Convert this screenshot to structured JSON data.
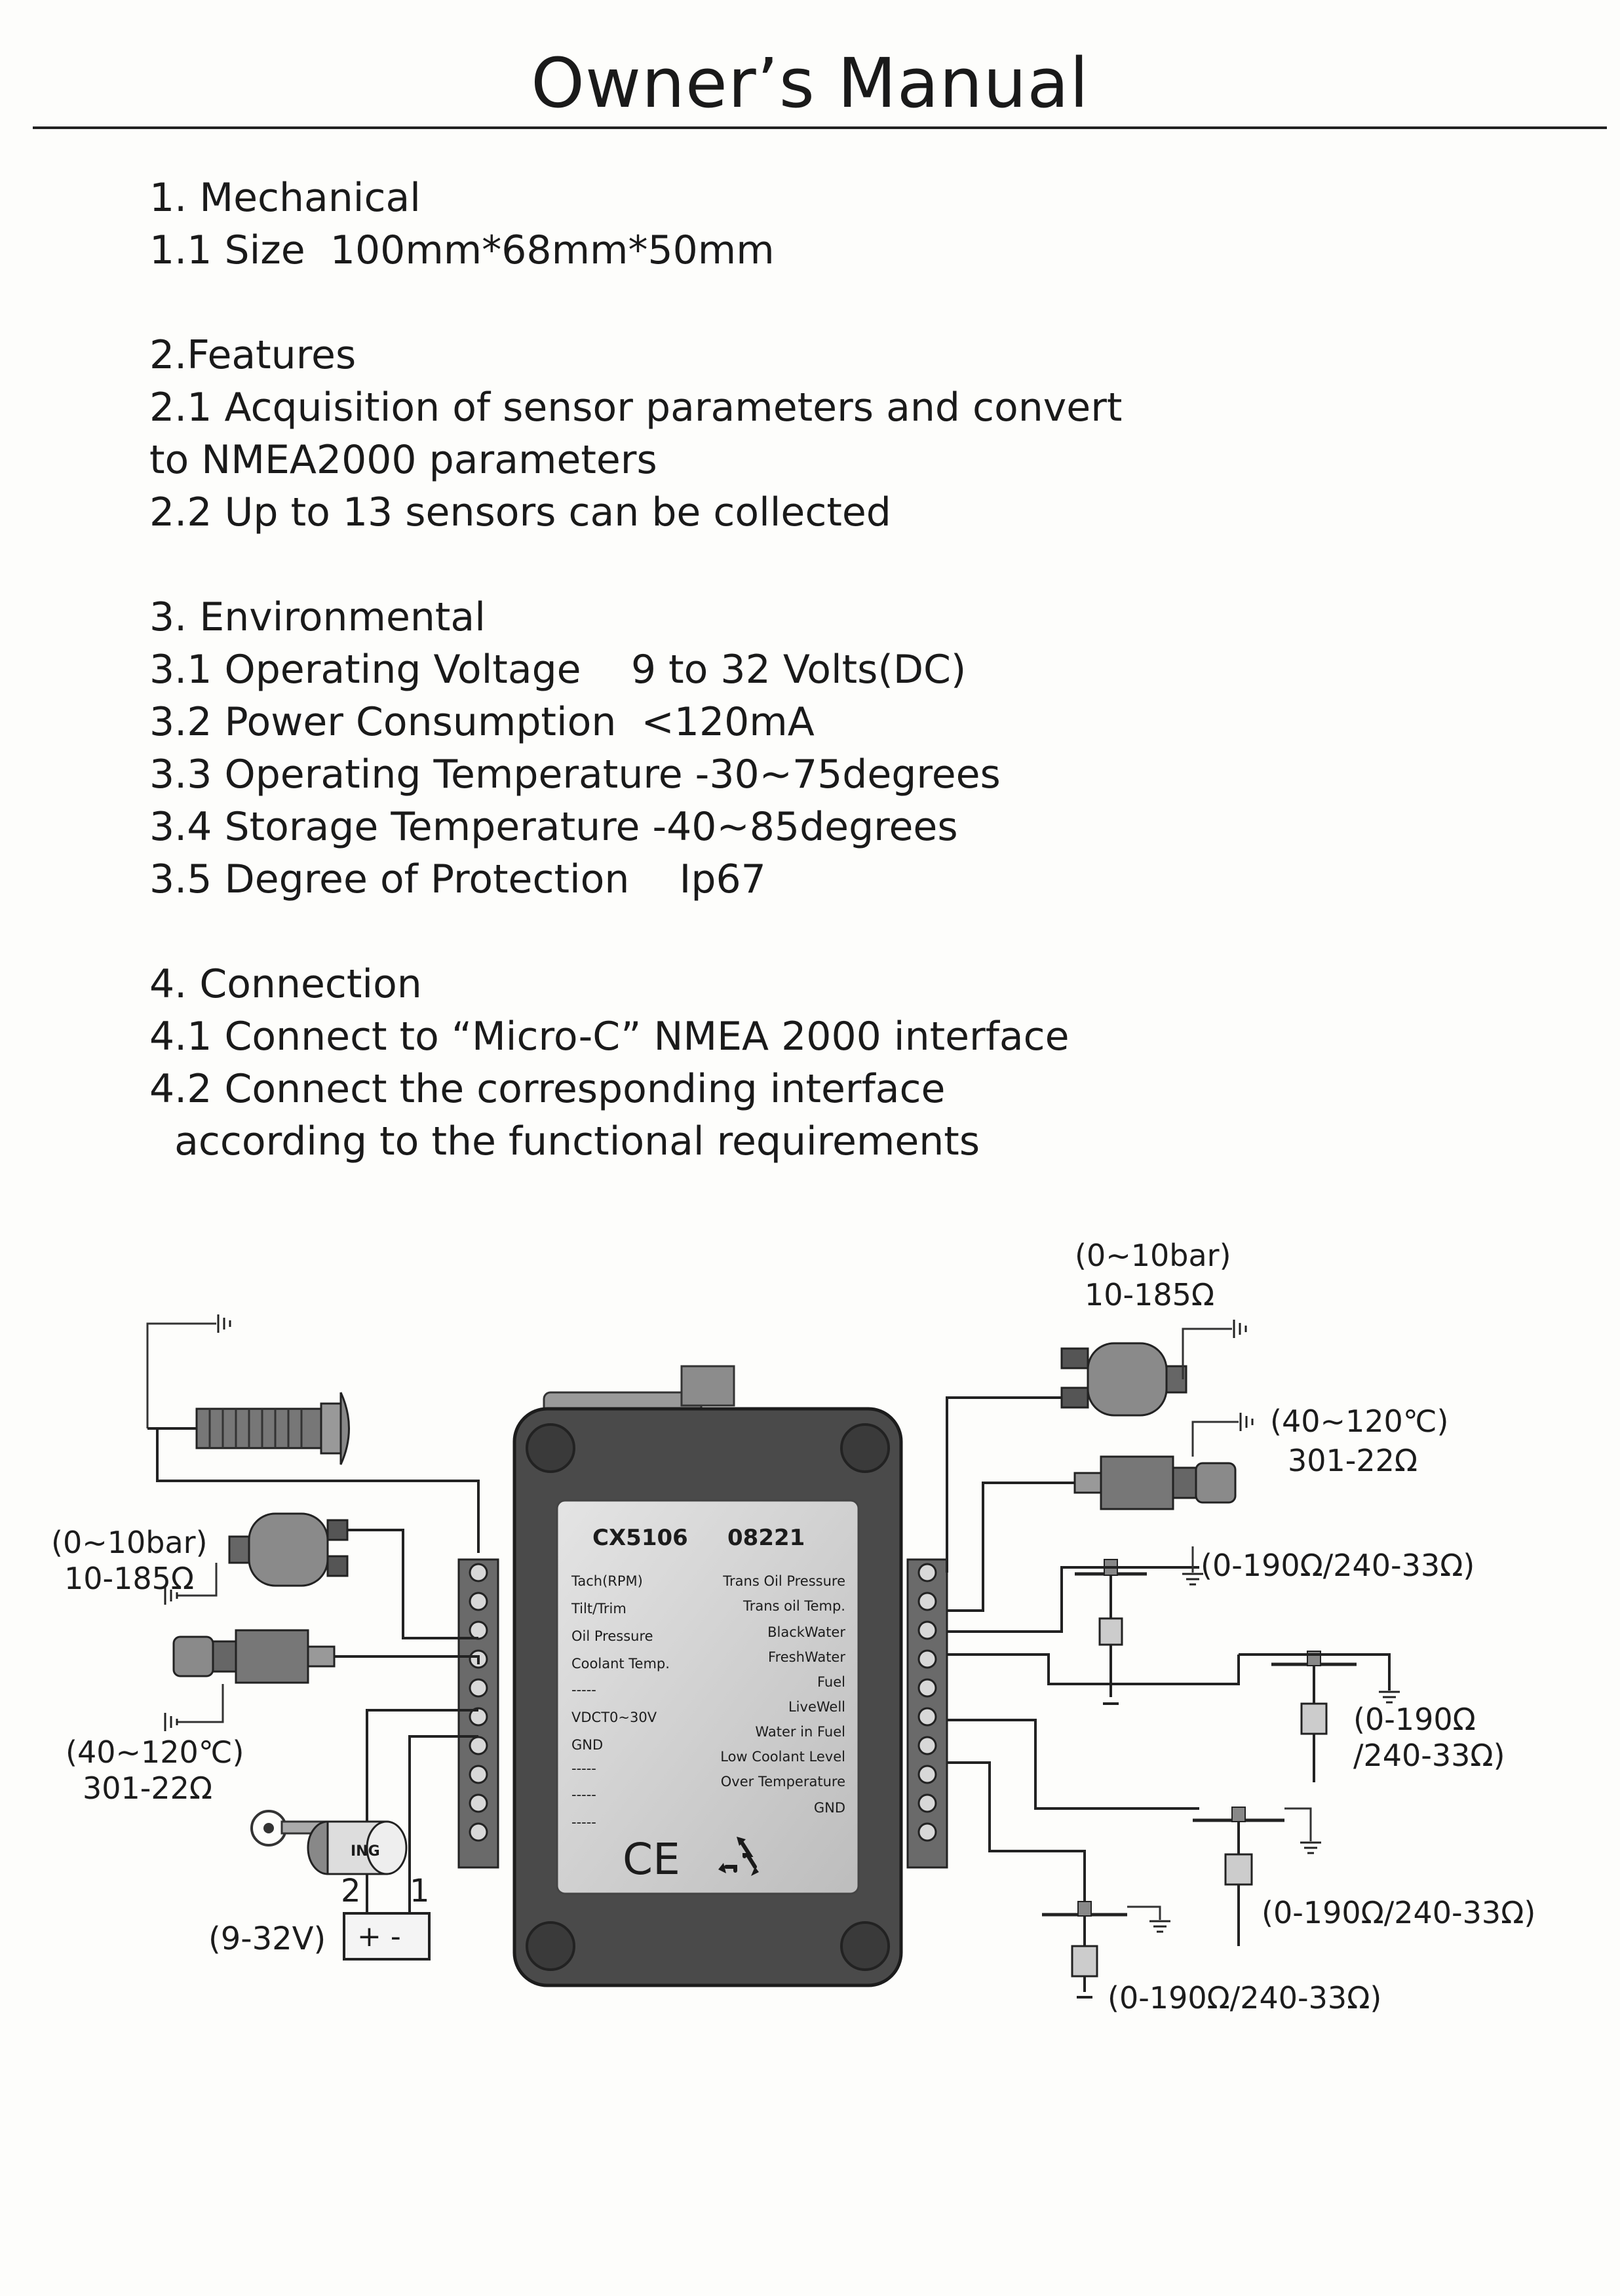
{
  "title": "Owner’s Manual",
  "lines": [
    "1. Mechanical",
    "1.1 Size  100mm*68mm*50mm",
    "2.Features",
    "2.1 Acquisition of sensor parameters and convert",
    "to NMEA2000 parameters",
    "2.2 Up to 13 sensors can be collected",
    "3. Environmental",
    "3.1 Operating Voltage    9 to 32 Volts(DC)",
    "3.2 Power Consumption  <120mA",
    "3.3 Operating Temperature -30~75degrees",
    "3.4 Storage Temperature -40~85degrees",
    "3.5 Degree of Protection    Ip67",
    "4. Connection",
    "4.1 Connect to “Micro-C” NMEA 2000 interface",
    "4.2 Connect the corresponding interface",
    "  according to the functional requirements"
  ],
  "device": {
    "model": "CX5106",
    "code": "08221",
    "left_labels": [
      "Tach(RPM)",
      "Tilt/Trim",
      "Oil Pressure",
      "Coolant Temp.",
      "-----",
      "VDCT0~30V",
      "GND",
      "-----",
      "-----",
      "-----"
    ],
    "right_labels": [
      "Trans Oil Pressure",
      "Trans oil Temp.",
      "BlackWater",
      "FreshWater",
      "Fuel",
      "LiveWell",
      "Water in Fuel",
      "Low Coolant Level",
      "Over Temperature",
      "GND"
    ],
    "ce_mark": "CE",
    "ign_label": "ING",
    "recycle_icon": "recycle-icon"
  },
  "sensor_labels": {
    "left_pressure_range": "(0~10bar)",
    "left_pressure_ohm": "10-185Ω",
    "left_temp_range": "(40~120℃)",
    "left_temp_ohm": "301-22Ω",
    "right_pressure_range": "(0~10bar)",
    "right_pressure_ohm": "10-185Ω",
    "right_temp_range": "(40~120℃)",
    "right_temp_ohm": "301-22Ω",
    "level_1": "(0-190Ω/240-33Ω)",
    "level_2_a": "(0-190Ω",
    "level_2_b": "/240-33Ω)",
    "level_3": "(0-190Ω/240-33Ω)",
    "level_4": "(0-190Ω/240-33Ω)"
  },
  "power": {
    "voltage": "(9-32V)",
    "terminal_2": "2",
    "terminal_1": "1",
    "battery_symbol": "+ -"
  },
  "colors": {
    "device_body": "#4a4a4a",
    "label_plate": "#d6d6d6",
    "ink": "#1a1a1a"
  }
}
